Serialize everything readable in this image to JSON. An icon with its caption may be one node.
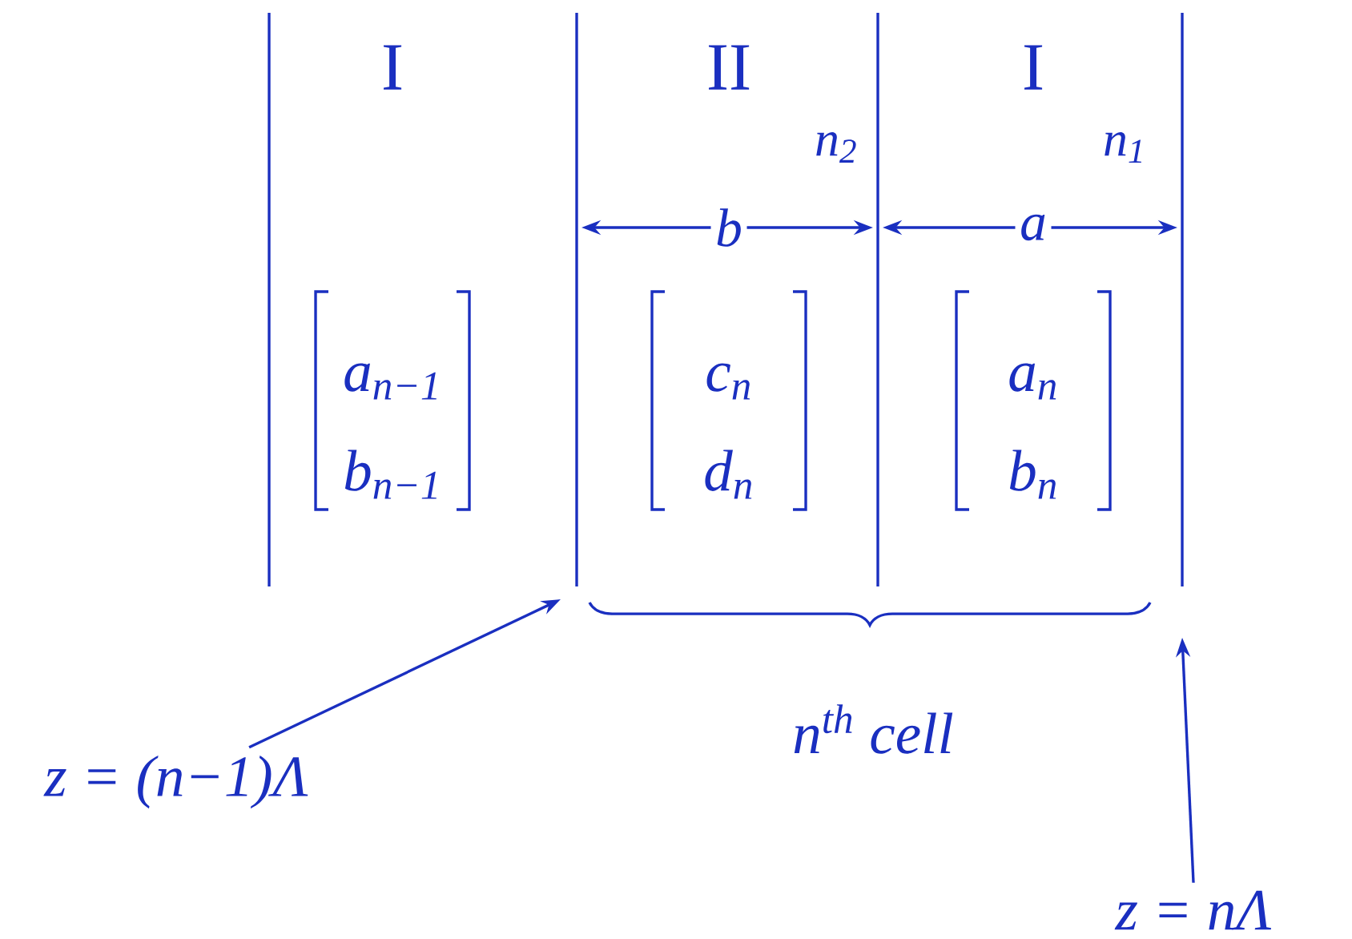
{
  "diagram": {
    "nodes": [
      {
        "text": [
          "z = (n−1)Λ"
        ]
      },
      {
        "text": [
          "z = nΛ"
        ]
      }
    ],
    "edges": [
      {
        "from": 0,
        "to": null,
        "arrow": "to"
      },
      {
        "from": 1,
        "to": null,
        "arrow": "to"
      }
    ],
    "labels": [
      "I",
      "II",
      "I",
      "n$_{2}$",
      "n$_{1}$",
      "b",
      "a",
      "a$_{n−1}$",
      "c$_{n}$",
      "a$_{n}$",
      "b$_{n−1}$",
      "d$_{n}$",
      "b$_{n}$",
      "n$^{th}$ cell"
    ]
  }
}
